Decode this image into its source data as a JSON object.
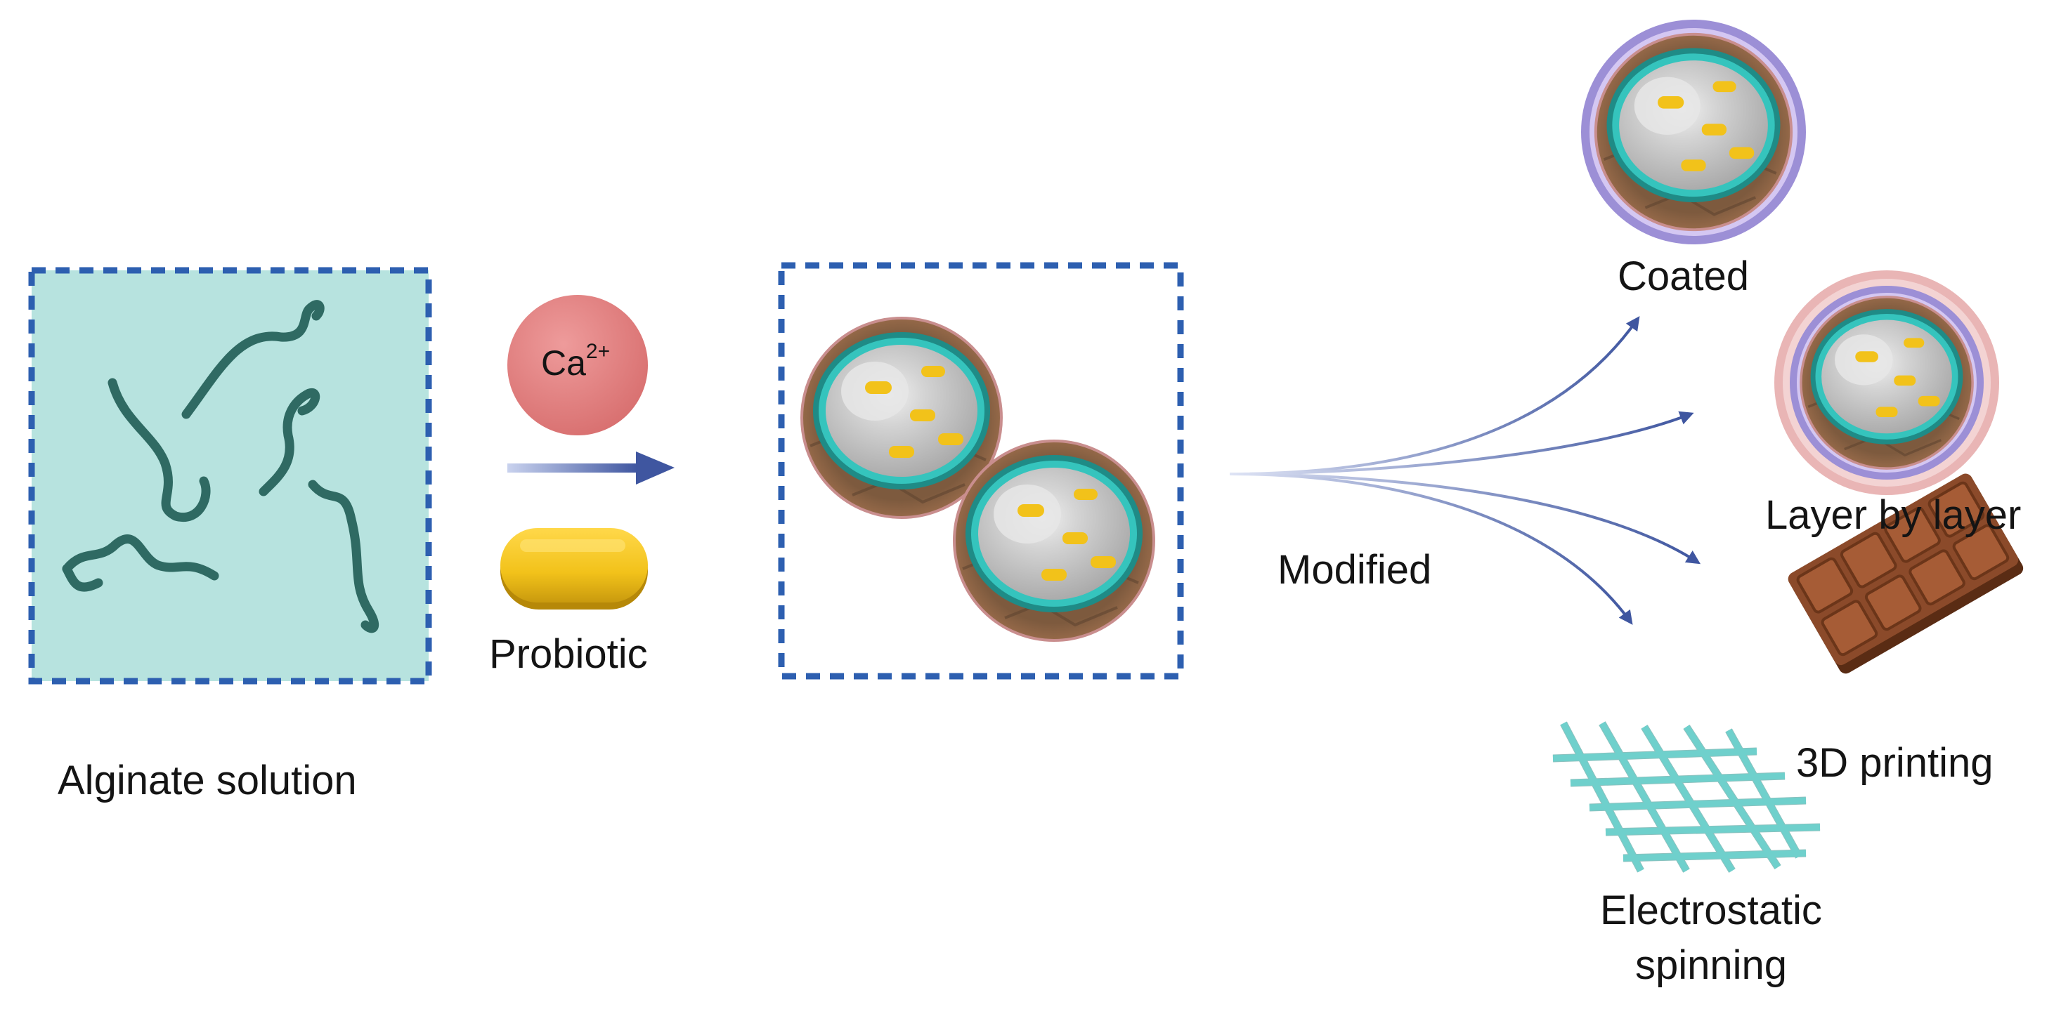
{
  "labels": {
    "alginate": "Alginate solution",
    "calcium_base": "Ca",
    "calcium_charge": "2+",
    "probiotic": "Probiotic",
    "modified": "Modified",
    "coated": "Coated",
    "layer_by_layer": "Layer by layer",
    "printing_3d": "3D printing",
    "electrostatic_line1": "Electrostatic",
    "electrostatic_line2": "spinning"
  },
  "colors": {
    "dash_border": "#2d5fb0",
    "alginate_fill": "#b7e3df",
    "polymer_strand": "#2f6a63",
    "calcium_ion": "#e07b7b",
    "probiotic": "#f2c21a",
    "arrow": "#3f56a0",
    "bead_shell": "#8a5a3a",
    "bead_teal_ring": "#2db3ad",
    "bead_core": "#c9c9c9",
    "coating_purple": "#b8a7e0",
    "coating_pink": "#e9b5b5",
    "chocolate": "#8b4a2a",
    "fiber_mesh": "#6fd0cc"
  }
}
